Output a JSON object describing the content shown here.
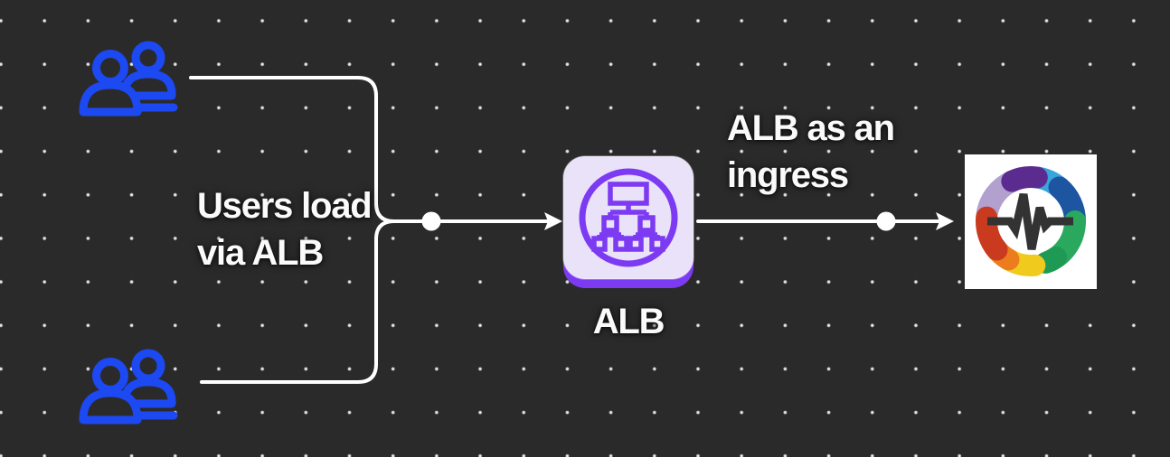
{
  "canvas": {
    "background_color": "#2b2a2a",
    "grid_dot_color": "#f0f0f0"
  },
  "palette": {
    "connector_white": "#ffffff",
    "user_icon_blue": "#1c49f2",
    "alb_purple": "#7c3af2",
    "alb_tile_fill": "#e9e2f8",
    "label_text": "#fafafa",
    "pulse_line": "#333333",
    "logo_ring_colors": [
      "#5c2b90",
      "#39a5da",
      "#1d55a0",
      "#2aa95e",
      "#1f9a55",
      "#f0cb1e",
      "#ec7c1e",
      "#c93a1e",
      "#b2a0cf"
    ]
  },
  "labels": {
    "users_load": {
      "line1": "Users load",
      "line2": "via ALB"
    },
    "alb_ingress": {
      "line1": "ALB as an",
      "line2": "ingress"
    },
    "alb_caption": "ALB"
  },
  "nodes": {
    "users_top": {
      "icon": "users-icon"
    },
    "users_bottom": {
      "icon": "users-icon"
    },
    "alb": {
      "icon": "load-balancer-icon"
    },
    "app_logo": {
      "icon": "health-pulse-icon"
    }
  }
}
